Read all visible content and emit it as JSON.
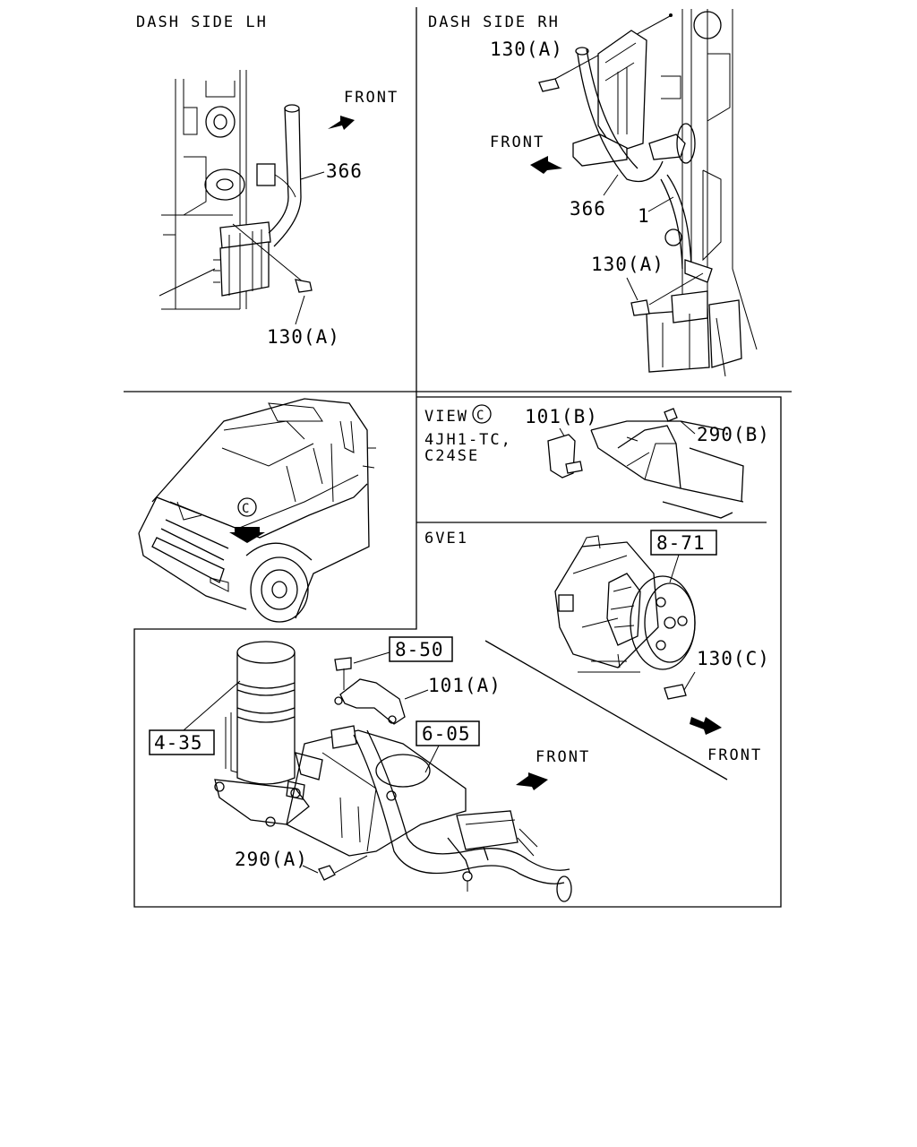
{
  "panels": {
    "dash_lh": {
      "title": "DASH SIDE LH",
      "front": "FRONT",
      "part_366": "366",
      "part_130a": "130(A)"
    },
    "dash_rh": {
      "title": "DASH SIDE RH",
      "front": "FRONT",
      "part_130a_top": "130(A)",
      "part_366": "366",
      "part_1": "1",
      "part_130a_bottom": "130(A)"
    },
    "view_c": {
      "title": "VIEW",
      "view_marker": "C",
      "engine_line1": "4JH1-TC,",
      "engine_line2": "C24SE",
      "part_101b": "101(B)",
      "part_290b": "290(B)"
    },
    "vehicle": {
      "view_marker": "C"
    },
    "v6": {
      "engine": "6VE1",
      "part_8_71": "8-71",
      "part_130c": "130(C)",
      "front": "FRONT"
    },
    "lower": {
      "part_8_50": "8-50",
      "part_101a": "101(A)",
      "part_4_35": "4-35",
      "part_6_05": "6-05",
      "front": "FRONT",
      "part_290a": "290(A)"
    }
  }
}
